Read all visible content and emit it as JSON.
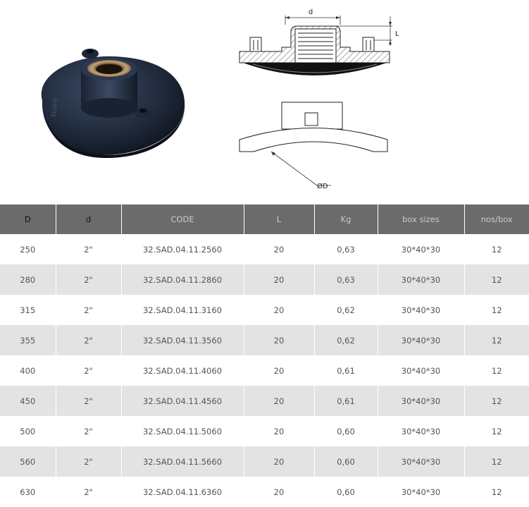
{
  "drawing": {
    "dim_d": "d",
    "dim_L": "L",
    "dim_D": "ØD"
  },
  "table": {
    "headers": [
      "D",
      "d",
      "CODE",
      "L",
      "Kg",
      "box sizes",
      "nos/box"
    ],
    "rows": [
      [
        "250",
        "2\"",
        "32.SAD.04.11.2560",
        "20",
        "0,63",
        "30*40*30",
        "12"
      ],
      [
        "280",
        "2\"",
        "32.SAD.04.11.2860",
        "20",
        "0,63",
        "30*40*30",
        "12"
      ],
      [
        "315",
        "2\"",
        "32.SAD.04.11.3160",
        "20",
        "0,62",
        "30*40*30",
        "12"
      ],
      [
        "355",
        "2\"",
        "32.SAD.04.11.3560",
        "20",
        "0,62",
        "30*40*30",
        "12"
      ],
      [
        "400",
        "2\"",
        "32.SAD.04.11.4060",
        "20",
        "0,61",
        "30*40*30",
        "12"
      ],
      [
        "450",
        "2\"",
        "32.SAD.04.11.4560",
        "20",
        "0,61",
        "30*40*30",
        "12"
      ],
      [
        "500",
        "2\"",
        "32.SAD.04.11.5060",
        "20",
        "0,60",
        "30*40*30",
        "12"
      ],
      [
        "560",
        "2\"",
        "32.SAD.04.11.5660",
        "20",
        "0,60",
        "30*40*30",
        "12"
      ],
      [
        "630",
        "2\"",
        "32.SAD.04.11.6360",
        "20",
        "0,60",
        "30*40*30",
        "12"
      ]
    ]
  }
}
